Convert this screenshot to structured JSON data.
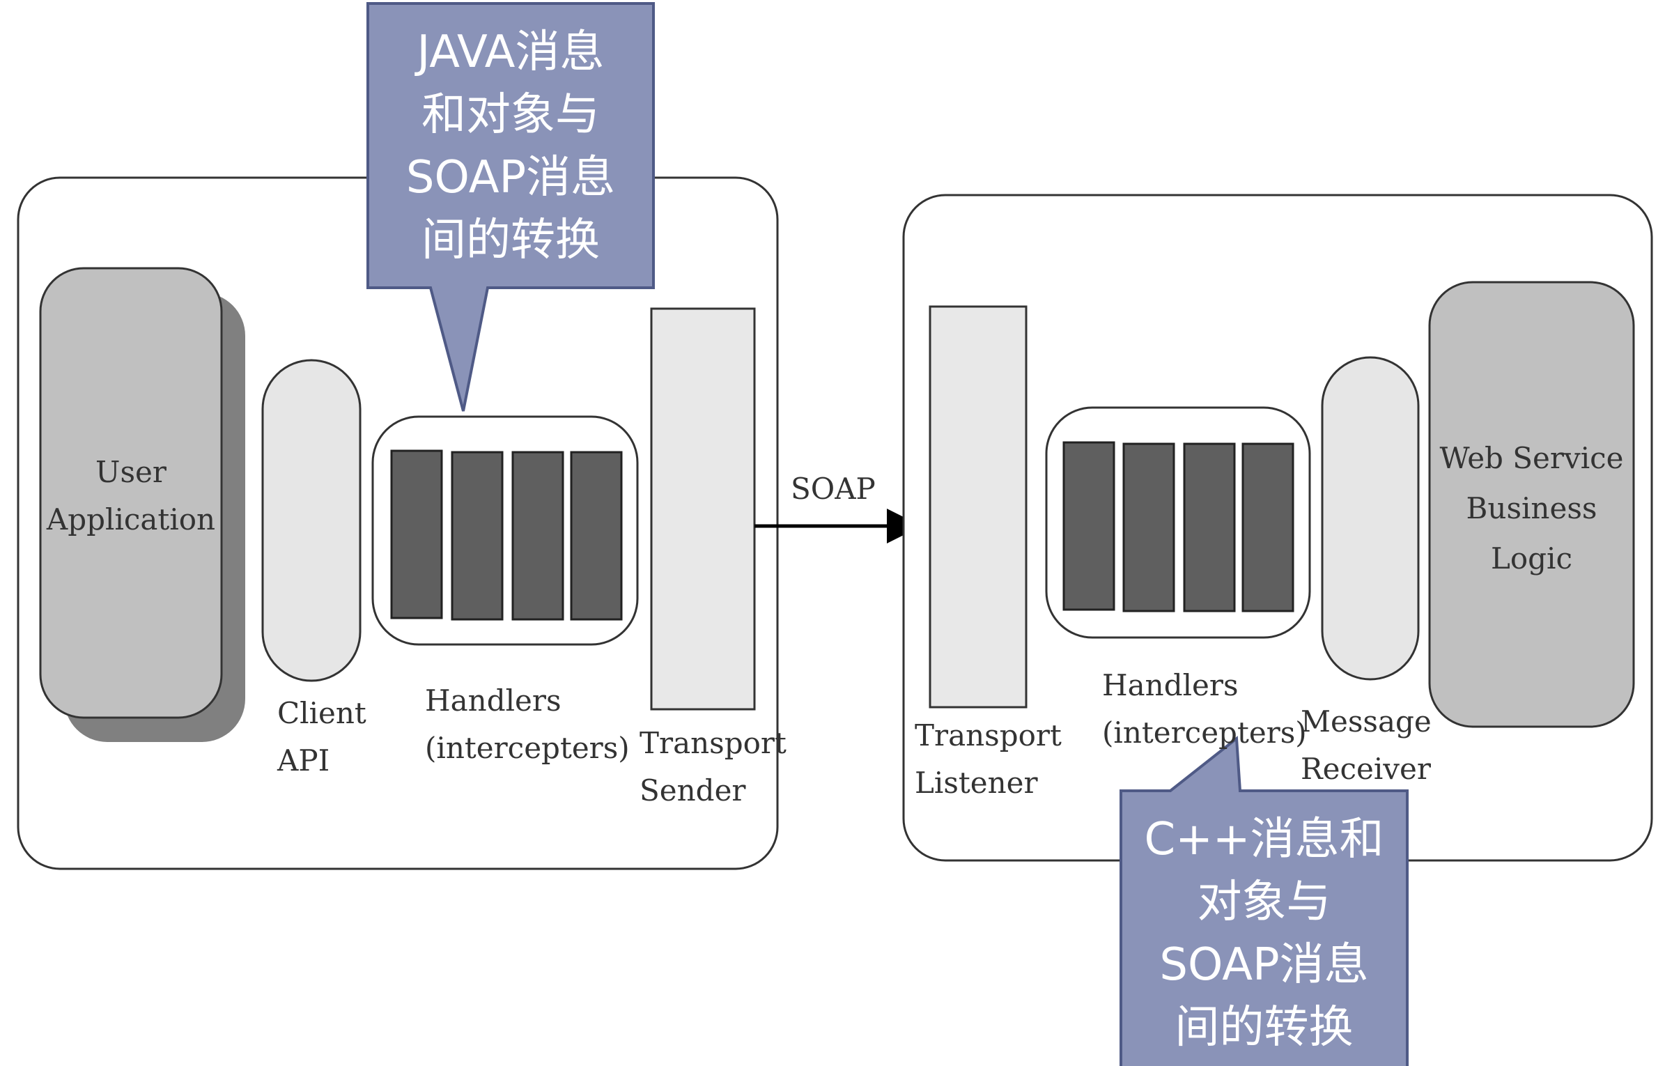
{
  "colors": {
    "frame": "#333333",
    "client_api_fill": "#e6e6e6",
    "app_fill": "#c0c0c0",
    "app_shadow": "#808080",
    "handler_fill": "#5f5f5f",
    "transport_fill": "#e8e8e8",
    "callout_fill": "#8a93b8",
    "callout_border": "#4f5a86",
    "callout_text": "#ffffff"
  },
  "client": {
    "user_application": [
      "User",
      "Application"
    ],
    "client_api": [
      "Client",
      "API"
    ],
    "handlers": [
      "Handlers",
      "(intercepters)"
    ],
    "transport_sender": [
      "Transport",
      "Sender"
    ]
  },
  "connector": {
    "label": "SOAP"
  },
  "server": {
    "transport_listener": [
      "Transport",
      "Listener"
    ],
    "handlers": [
      "Handlers",
      "(intercepters)"
    ],
    "message_receiver": [
      "Message",
      "Receiver"
    ],
    "business_logic": [
      "Web Service",
      "Business",
      "Logic"
    ]
  },
  "callouts": {
    "client": [
      "JAVA消息",
      "和对象与",
      "SOAP消息",
      "间的转换"
    ],
    "server": [
      "C++消息和",
      "对象与",
      "SOAP消息",
      "间的转换"
    ]
  }
}
